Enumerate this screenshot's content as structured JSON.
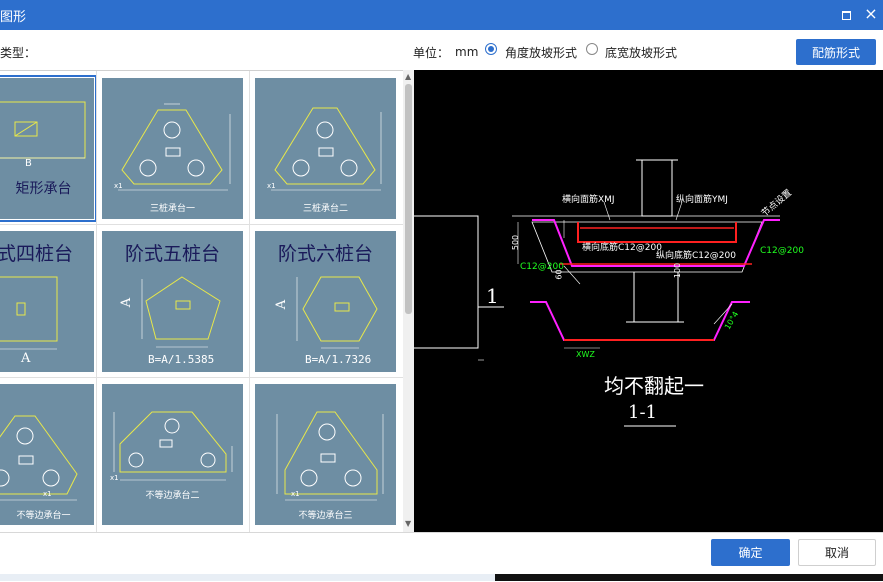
{
  "window": {
    "title": "图形",
    "close_glyph": "×"
  },
  "toolbar": {
    "type_label": "类型：",
    "unit_label": "单位：",
    "unit_value": "mm",
    "radio_options": [
      {
        "label": "角度放坡形式",
        "selected": true
      },
      {
        "label": "底宽放坡形式",
        "selected": false
      }
    ],
    "rebar_button": "配筋形式"
  },
  "gallery": {
    "tiles": [
      {
        "title": "矩形承台",
        "dim": "B",
        "selected": true
      },
      {
        "caption": "三桩承台一",
        "dim": "x1"
      },
      {
        "caption": "三桩承台二",
        "dim": "x1"
      },
      {
        "title": "式四桩台",
        "dim": "A"
      },
      {
        "title": "阶式五桩台",
        "formula": "B=A/1.5385",
        "dim": "A"
      },
      {
        "title": "阶式六桩台",
        "formula": "B=A/1.7326",
        "dim": "A"
      },
      {
        "caption": "不等边承台一",
        "dim": "x1"
      },
      {
        "caption": "不等边承台二",
        "dim": "x1"
      },
      {
        "caption": "不等边承台三",
        "dim": "x1"
      }
    ]
  },
  "preview": {
    "annotations": {
      "transverse_top": "横向面筋XMJ",
      "longitudinal_top": "纵向面筋YMJ",
      "transverse_bottom": "横向底筋C12@200",
      "longitudinal_bottom": "纵向底筋C12@200",
      "left_rebar": "C12@200",
      "right_rebar": "C12@200",
      "side_bar": "节点设置",
      "dim_500": "500",
      "dim_60": "60",
      "dim_100": "100",
      "xwz": "XWZ",
      "slope": "10°4",
      "section_marker": "1"
    },
    "caption": "均不翻起一",
    "section_name": "1-1"
  },
  "footer": {
    "ok_label": "确定",
    "cancel_label": "取消"
  },
  "colors": {
    "accent": "#2d6fcd",
    "tile_bg": "#6e8ea3",
    "tile_line": "#e8e84a",
    "tile_title": "#1a1a5a",
    "rebar_red": "#ff2020",
    "rebar_magenta": "#ff20ff",
    "label_green": "#20ff20"
  }
}
